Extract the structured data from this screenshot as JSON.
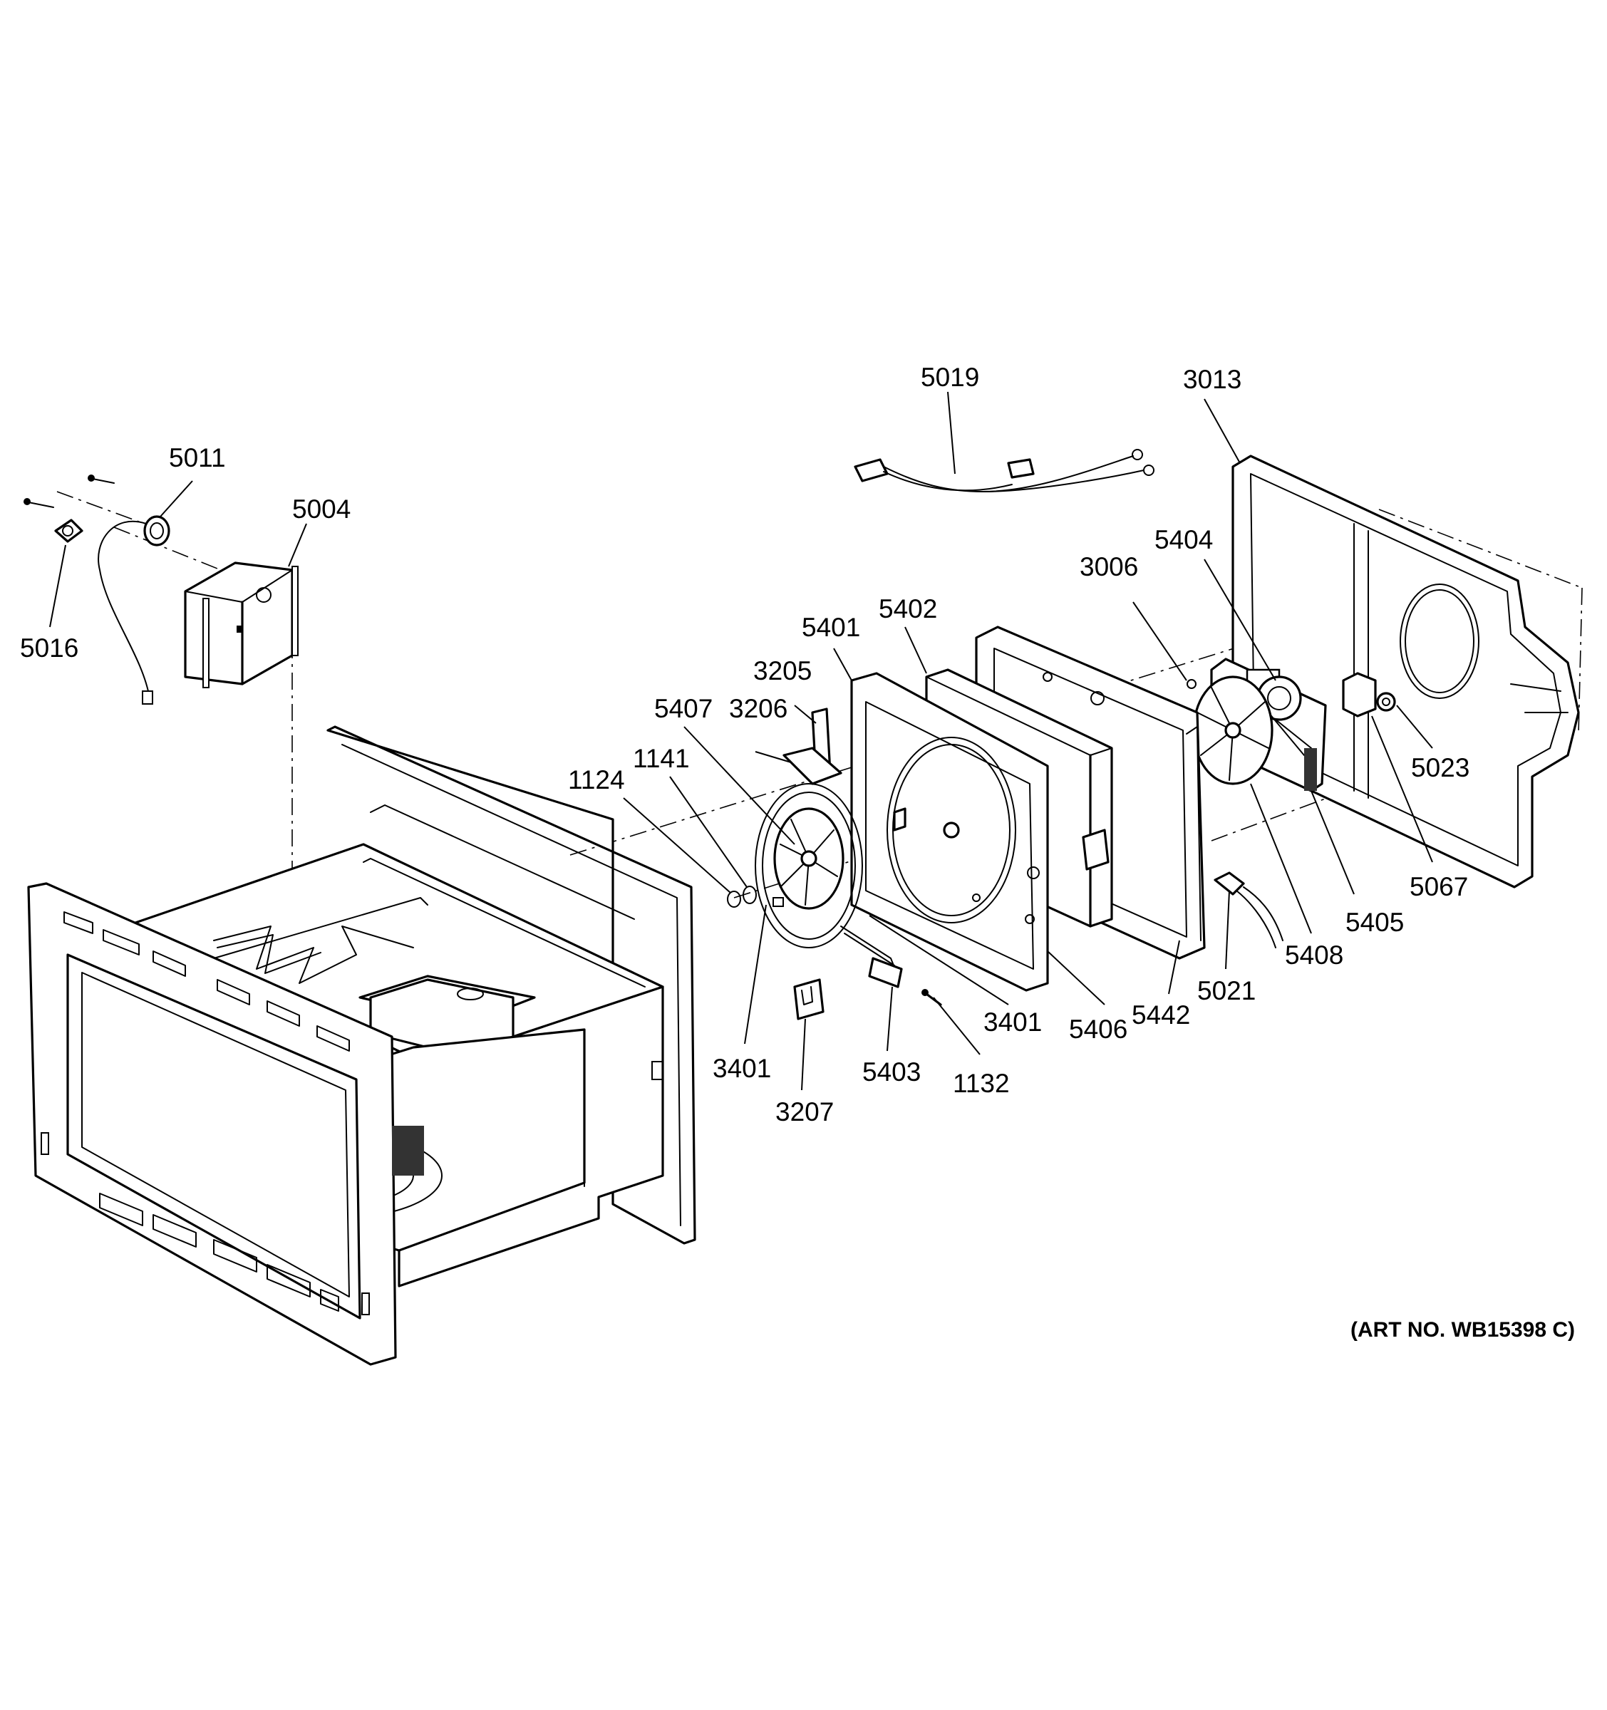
{
  "diagram": {
    "art_number": "(ART NO. WB15398 C)",
    "labels": {
      "l5019": "5019",
      "l3013": "3013",
      "l5011": "5011",
      "l5004": "5004",
      "l5016": "5016",
      "l3006": "3006",
      "l5404": "5404",
      "l5402": "5402",
      "l5401": "5401",
      "l3205": "3205",
      "l3206": "3206",
      "l5407": "5407",
      "l1141": "1141",
      "l1124": "1124",
      "l5023": "5023",
      "l5067": "5067",
      "l5405": "5405",
      "l5408": "5408",
      "l5021": "5021",
      "l5442": "5442",
      "l5406": "5406",
      "l3401a": "3401",
      "l3401b": "3401",
      "l1132": "1132",
      "l5403": "5403",
      "l3207": "3207"
    }
  }
}
